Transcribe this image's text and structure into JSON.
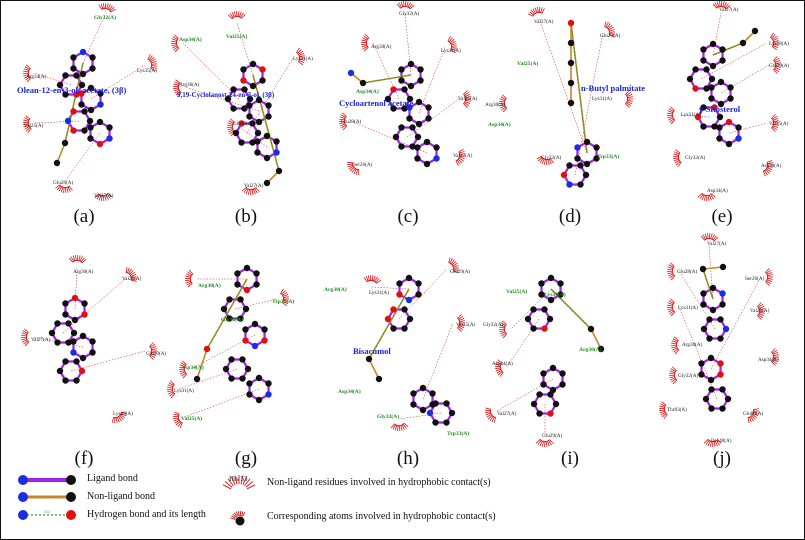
{
  "panels": [
    {
      "id": "a",
      "label": "(a)",
      "name": "Olean-12-en-3-ol, acetate, (3β)",
      "residues": [
        "Gly32(A)",
        "Arg34(A)",
        "Lys35(A)",
        "Val25(A)",
        "Glu28(A)",
        "Val27(A)"
      ]
    },
    {
      "id": "b",
      "label": "(b)",
      "name": "9,19-Cyclolanost-24-en-3-ol, (3β)",
      "residues": [
        "Val25(A)",
        "Asp34(A)",
        "Arg36(A)",
        "Lys31(A)",
        "Gln30(A)",
        "Val27(A)"
      ]
    },
    {
      "id": "c",
      "label": "(c)",
      "name": "Cycloartenol acetate",
      "residues": [
        "Gly32(A)",
        "Arg30(A)",
        "Lys31(A)",
        "Asp34(A)",
        "Val25(A)",
        "Glu29(A)",
        "Ser26(A)",
        "Val27(A)"
      ]
    },
    {
      "id": "d",
      "label": "(d)",
      "name": "n-Butyl palmitate",
      "residues": [
        "Val27(A)",
        "Glu29(A)",
        "Val25(A)",
        "Lys31(A)",
        "Arg30(A)",
        "Asp34(A)",
        "Gly32(A)",
        "Trp33(A)"
      ]
    },
    {
      "id": "e",
      "label": "(e)",
      "name": "γ-Sitosterol",
      "residues": [
        "Val27(A)",
        "Lys28(A)",
        "Glu29(A)",
        "Lys31(A)",
        "Val25(A)",
        "Gly32(A)",
        "Arg30(A)",
        "Asp34(A)"
      ]
    },
    {
      "id": "f",
      "label": "(f)",
      "name": "",
      "residues": [
        "Arg30(A)",
        "Val25(A)",
        "Val27(A)",
        "Glu29(A)",
        "Lys28(A)"
      ]
    },
    {
      "id": "g",
      "label": "(g)",
      "name": "",
      "residues": [
        "Arg30(A)",
        "Trp33(A)",
        "Gly32(A)",
        "Asp34(A)",
        "Lys31(A)",
        "Val25(A)"
      ]
    },
    {
      "id": "h",
      "label": "(h)",
      "name": "Bisacumol",
      "residues": [
        "Arg30(A)",
        "Lys31(A)",
        "Glu29(A)",
        "Val25(A)",
        "Asp34(A)",
        "Gly32(A)",
        "Trp33(A)"
      ]
    },
    {
      "id": "i",
      "label": "(i)",
      "name": "",
      "residues": [
        "Val25(A)",
        "Lys31(A)",
        "Gly32(A)",
        "Asp34(A)",
        "Arg30(A)",
        "Val27(A)",
        "Glu29(A)"
      ]
    },
    {
      "id": "j",
      "label": "(j)",
      "name": "",
      "residues": [
        "Val27(A)",
        "Glu28(A)",
        "Ser26(A)",
        "Lys31(A)",
        "Val25(A)",
        "Arg30(A)",
        "Asp34(A)",
        "Gly32(A)",
        "Thr83(A)",
        "Ile140(A)",
        "Glu80(A)"
      ]
    }
  ],
  "legend": {
    "ligand_bond": "Ligand bond",
    "nonligand_bond": "Non-ligand bond",
    "hbond": "Hydrogen bond and its length",
    "hbond_len": "3.0",
    "his_label": "His 53",
    "hydrophobic_residues": "Non-ligand residues involved in hydrophobic contact(s)",
    "hydrophobic_atoms": "Corresponding atoms involved in hydrophobic contact(s)"
  },
  "colors": {
    "ligand": "#a020f0",
    "nonligand": "#c8862a",
    "hbond": "#22a022",
    "contact": "#e01010",
    "atom_c": "#111111",
    "atom_o": "#e01010",
    "atom_n": "#1a2de0",
    "name": "#1a24d6"
  }
}
